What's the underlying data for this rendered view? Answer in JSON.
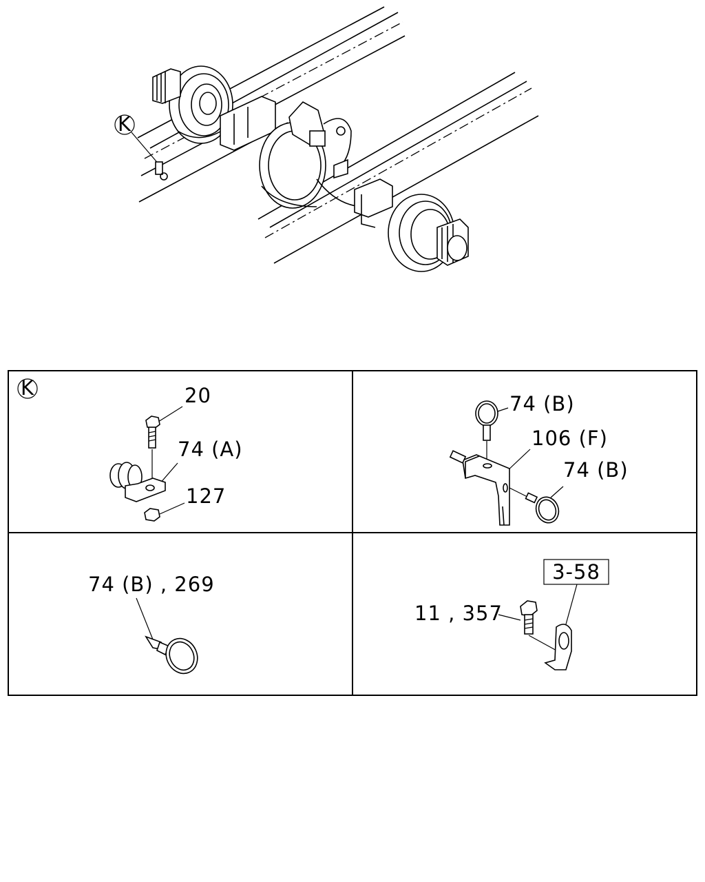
{
  "callout_marker": "K",
  "panels": {
    "top_left": {
      "marker": "K",
      "labels": {
        "bolt": "20",
        "clip": "74 (A)",
        "nut": "127"
      }
    },
    "top_right": {
      "labels": {
        "band_top": "74 (B)",
        "bracket": "106 (F)",
        "band_right": "74 (B)"
      }
    },
    "bottom_left": {
      "labels": {
        "band": "74 (B) , 269"
      }
    },
    "bottom_right": {
      "labels": {
        "bolt": "11 , 357",
        "ref_box": "3-58"
      }
    }
  }
}
